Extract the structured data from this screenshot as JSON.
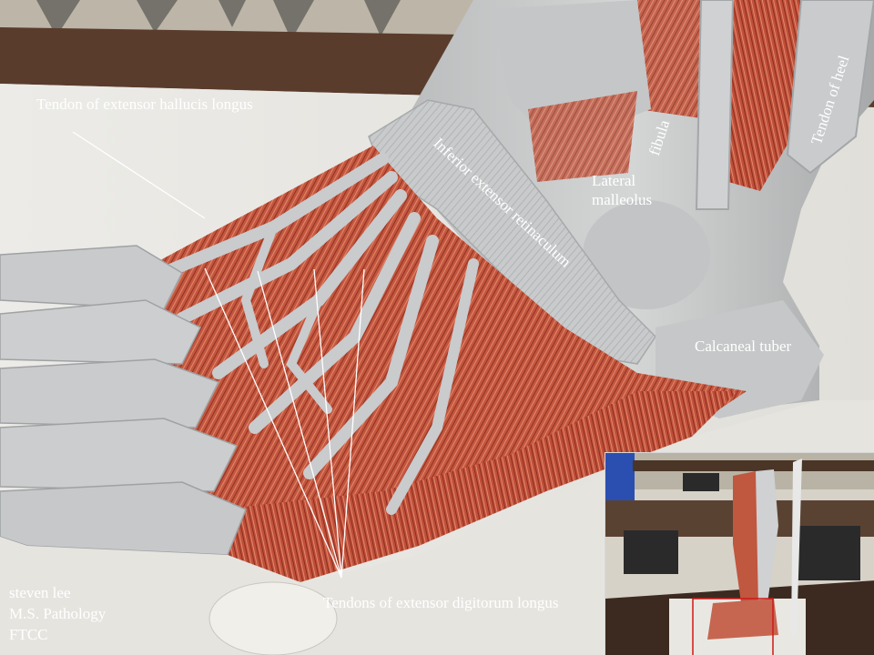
{
  "labels": {
    "extensor_hallucis": "Tendon of extensor hallucis longus",
    "retinaculum": "Inferior extensor retinaculum",
    "fibula": "fibula",
    "heel": "Tendon of heel",
    "malleolus_line1": "Lateral",
    "malleolus_line2": "malleolus",
    "calcaneal": "Calcaneal tuber",
    "digitorum": "Tendons of extensor digitorum longus"
  },
  "credit": {
    "line1": "steven lee",
    "line2": "M.S. Pathology",
    "line3": "FTCC"
  },
  "colors": {
    "label_text": "#ffffff",
    "muscle": "#c4563e",
    "tendon": "#c9ccce",
    "pointer_line": "#ffffff",
    "inset_highlight": "#d01818"
  }
}
